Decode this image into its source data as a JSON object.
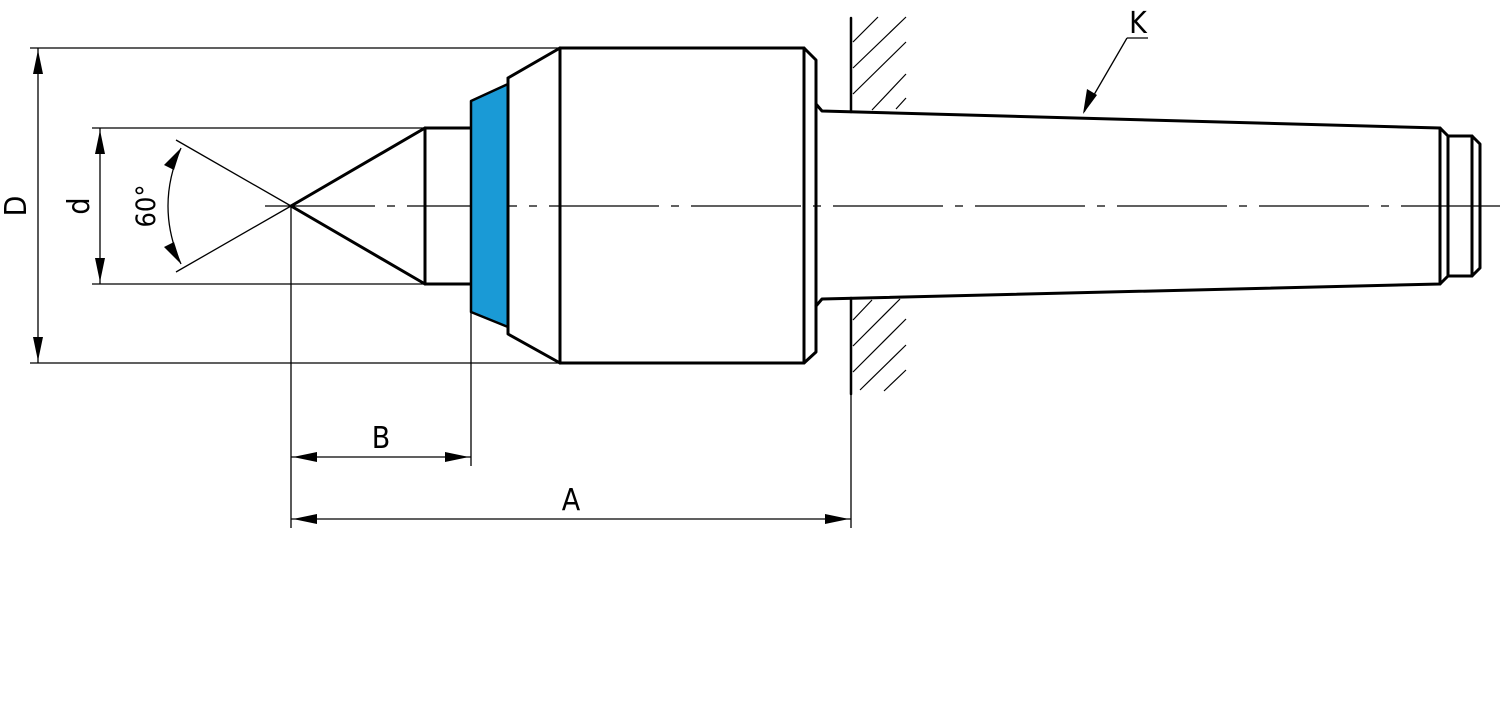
{
  "labels": {
    "D": "D",
    "d": "d",
    "angle": "60°",
    "B": "B",
    "A": "A",
    "K": "K"
  },
  "colors": {
    "bearing_ring": "#1a9ad6",
    "line": "#000000",
    "background": "#ffffff"
  }
}
